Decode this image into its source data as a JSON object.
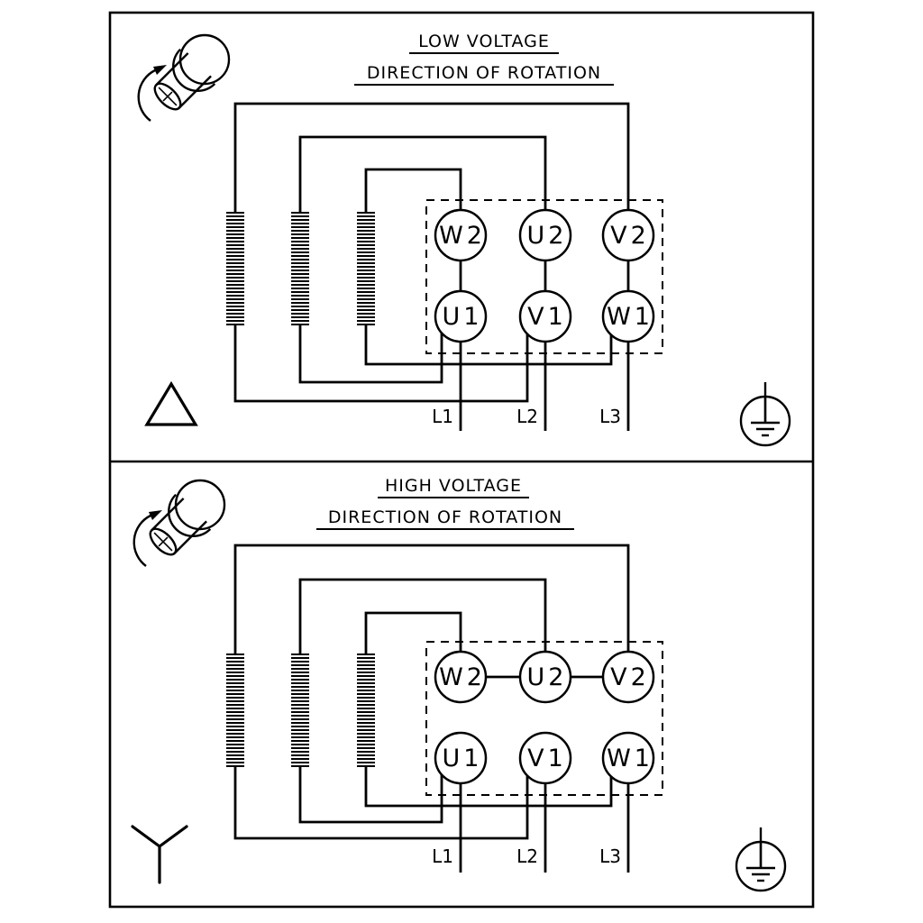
{
  "diagram": {
    "type": "motor-terminal-wiring-diagram",
    "panels": [
      {
        "title": "LOW VOLTAGE",
        "subtitle": "DIRECTION OF ROTATION",
        "connection": "delta",
        "terminals_top": [
          "W2",
          "U2",
          "V2"
        ],
        "terminals_bottom": [
          "U1",
          "V1",
          "W1"
        ],
        "supply_lines": [
          "L1",
          "L2",
          "L3"
        ],
        "icons": [
          "motor-shaft-rotation-icon",
          "delta-connection-icon",
          "earth-ground-icon"
        ]
      },
      {
        "title": "HIGH VOLTAGE",
        "subtitle": "DIRECTION OF ROTATION",
        "connection": "star",
        "terminals_top": [
          "W2",
          "U2",
          "V2"
        ],
        "terminals_bottom": [
          "U1",
          "V1",
          "W1"
        ],
        "supply_lines": [
          "L1",
          "L2",
          "L3"
        ],
        "icons": [
          "motor-shaft-rotation-icon",
          "star-connection-icon",
          "earth-ground-icon"
        ]
      }
    ],
    "colors": {
      "line": "#000000",
      "background": "#ffffff"
    }
  }
}
